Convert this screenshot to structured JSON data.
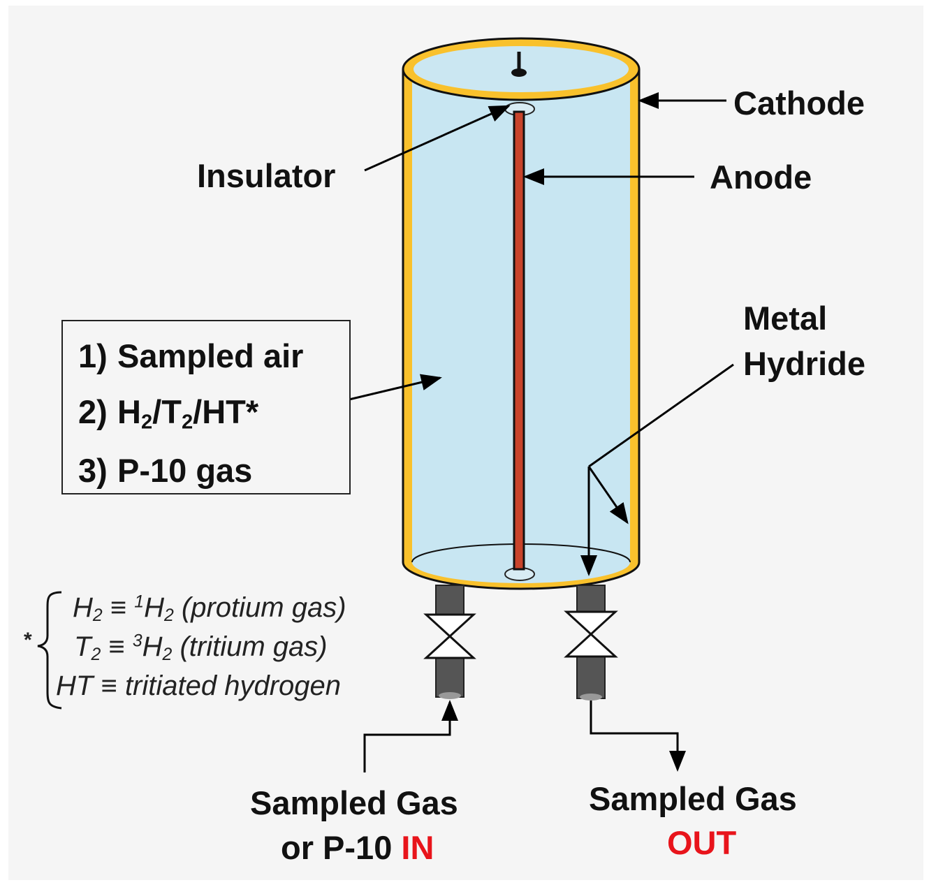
{
  "labels": {
    "cathode": "Cathode",
    "anode": "Anode",
    "insulator": "Insulator",
    "metal_hydride_line1": "Metal",
    "metal_hydride_line2": "Hydride",
    "inlet_line1": "Sampled Gas",
    "inlet_line2_prefix": "or P-10 ",
    "inlet_in": "IN",
    "outlet_line1": "Sampled Gas",
    "outlet_out": "OUT"
  },
  "gas_box": {
    "items": [
      {
        "num": "1)",
        "text": "Sampled air"
      },
      {
        "num": "2)",
        "text": "H2/T2/HT*"
      },
      {
        "num": "3)",
        "text": "P-10 gas"
      }
    ],
    "h": "H",
    "two": "2",
    "slash_t": "/T",
    "slash_ht_star": "/HT*"
  },
  "footnote": {
    "marker": "*",
    "equiv": "≡",
    "h2_sym": "H",
    "h_sym": "H",
    "t_sym": "T",
    "ht_sym": "HT",
    "one": "1",
    "two": "2",
    "three": "3",
    "protium_text": "(protium gas)",
    "tritium_text": "(tritium gas)",
    "ht_text": "tritiated hydrogen"
  },
  "colors": {
    "cathode_shell": "#f9c12c",
    "gas_fill": "#c8e6f2",
    "anode_wire": "#c8442b",
    "pipe": "#555555",
    "highlight_text": "#e8141b",
    "background": "#f5f5f5"
  }
}
